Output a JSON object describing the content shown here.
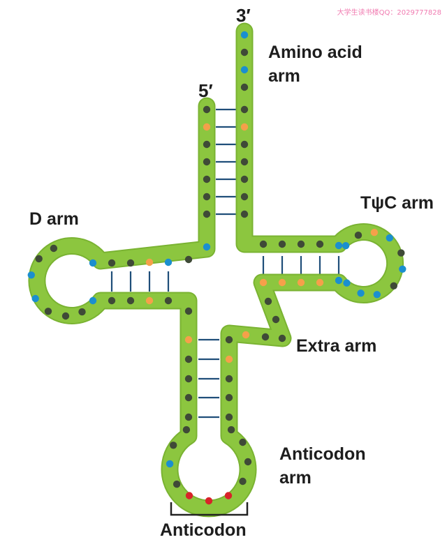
{
  "watermark": "大学生读书楼QQ：2029777828",
  "labels": {
    "three_prime": "3′",
    "five_prime": "5′",
    "amino_acid_arm_line1": "Amino acid",
    "amino_acid_arm_line2": "arm",
    "d_arm": "D arm",
    "tpsic_arm": "TψC arm",
    "extra_arm": "Extra arm",
    "anticodon_arm_line1": "Anticodon",
    "anticodon_arm_line2": "arm",
    "anticodon": "Anticodon"
  },
  "colors": {
    "backbone": "#8cc63f",
    "backbone_edge": "#7ab332",
    "base_dark": "#3f4a37",
    "base_orange": "#f5a04a",
    "base_blue": "#1b8fcf",
    "base_red": "#d8232a",
    "bond_line": "#1f4e79",
    "bracket": "#222222"
  }
}
